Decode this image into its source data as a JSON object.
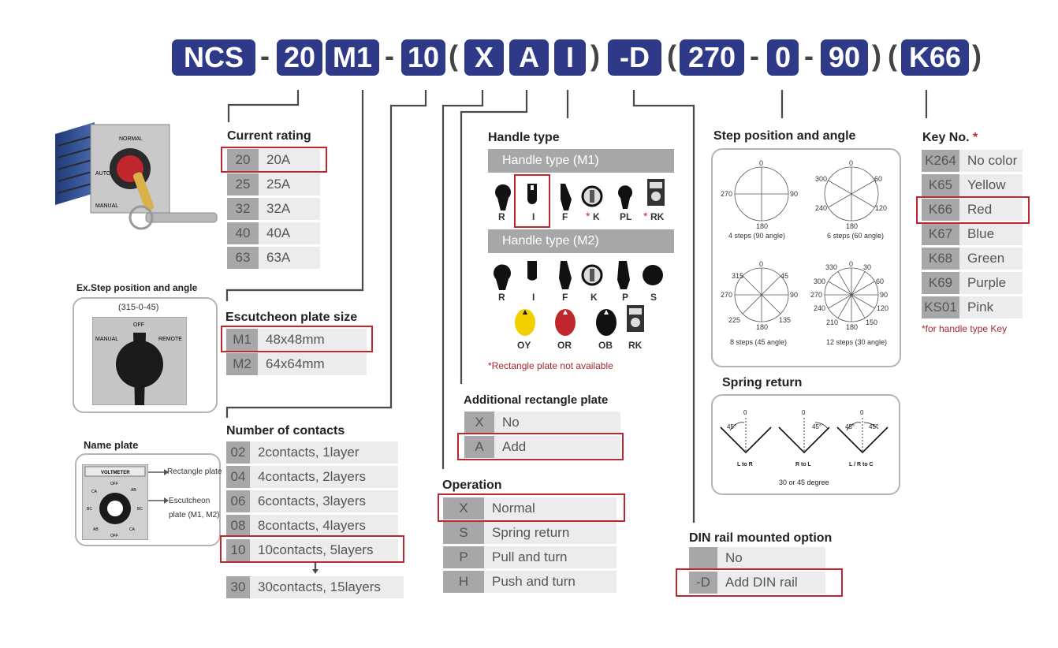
{
  "code": {
    "chips": [
      "NCS",
      "20",
      "M1",
      "10",
      "X",
      "A",
      "I",
      "-D",
      "270",
      "0",
      "90",
      "K66"
    ],
    "seps": [
      "-",
      "-",
      "(",
      ")",
      "(",
      "-",
      "-",
      ")",
      "(",
      ")"
    ]
  },
  "current_rating": {
    "title": "Current rating",
    "rows": [
      [
        "20",
        "20A"
      ],
      [
        "25",
        "25A"
      ],
      [
        "32",
        "32A"
      ],
      [
        "40",
        "40A"
      ],
      [
        "63",
        "63A"
      ]
    ]
  },
  "escutcheon": {
    "title": "Escutcheon plate size",
    "rows": [
      [
        "M1",
        "48x48mm"
      ],
      [
        "M2",
        "64x64mm"
      ]
    ]
  },
  "contacts": {
    "title": "Number of contacts",
    "rows": [
      [
        "02",
        "2contacts, 1layer"
      ],
      [
        "04",
        "4contacts, 2layers"
      ],
      [
        "06",
        "6contacts, 3layers"
      ],
      [
        "08",
        "8contacts, 4layers"
      ],
      [
        "10",
        "10contacts, 5layers"
      ]
    ],
    "extra": [
      "30",
      "30contacts, 15layers"
    ]
  },
  "handle": {
    "title": "Handle type",
    "m1_title": "Handle type (M1)",
    "m2_title": "Handle type (M2)",
    "m1": [
      {
        "label": "R",
        "star": false
      },
      {
        "label": "I",
        "star": false
      },
      {
        "label": "F",
        "star": false
      },
      {
        "label": "K",
        "star": true
      },
      {
        "label": "PL",
        "star": false
      },
      {
        "label": "RK",
        "star": true
      }
    ],
    "m2": [
      "R",
      "I",
      "F",
      "K",
      "P",
      "S"
    ],
    "m2b": [
      "OY",
      "OR",
      "OB",
      "RK"
    ],
    "note": "*Rectangle plate not available"
  },
  "rect_plate": {
    "title": "Additional rectangle plate",
    "rows": [
      [
        "X",
        "No"
      ],
      [
        "A",
        "Add"
      ]
    ]
  },
  "operation": {
    "title": "Operation",
    "rows": [
      [
        "X",
        "Normal"
      ],
      [
        "S",
        "Spring return"
      ],
      [
        "P",
        "Pull and turn"
      ],
      [
        "H",
        "Push and turn"
      ]
    ]
  },
  "step": {
    "title": "Step position and angle",
    "d1": {
      "labels": [
        "0",
        "90",
        "180",
        "270"
      ],
      "caption": "4 steps (90 angle)"
    },
    "d2": {
      "labels": [
        "0",
        "60",
        "120",
        "180",
        "240",
        "300"
      ],
      "caption": "6 steps (60 angle)"
    },
    "d3": {
      "labels": [
        "0",
        "45",
        "90",
        "135",
        "180",
        "225",
        "270",
        "315"
      ],
      "caption": "8 steps (45 angle)"
    },
    "d4": {
      "labels": [
        "0",
        "30",
        "60",
        "90",
        "120",
        "150",
        "180",
        "210",
        "240",
        "270",
        "300",
        "330"
      ],
      "caption": "12 steps (30 angle)"
    }
  },
  "spring": {
    "title": "Spring return",
    "items": [
      {
        "label": "L to R",
        "deg": "45°"
      },
      {
        "label": "R to L",
        "deg": "45°"
      },
      {
        "label": "L / R to C",
        "deg": "45°"
      }
    ],
    "caption": "30 or 45 degree"
  },
  "din": {
    "title": "DIN rail mounted option",
    "rows": [
      [
        "",
        "No"
      ],
      [
        "-D",
        "Add DIN rail"
      ]
    ]
  },
  "key": {
    "title": "Key No.",
    "star": "*",
    "rows": [
      [
        "K264",
        "No color"
      ],
      [
        "K65",
        "Yellow"
      ],
      [
        "K66",
        "Red"
      ],
      [
        "K67",
        "Blue"
      ],
      [
        "K68",
        "Green"
      ],
      [
        "K69",
        "Purple"
      ],
      [
        "KS01",
        "Pink"
      ]
    ],
    "note": "*for handle type Key"
  },
  "ex_step": {
    "title": "Ex.Step position and angle",
    "caption": "(315-0-45)",
    "labels": {
      "off": "OFF",
      "manual": "MANUAL",
      "remote": "REMOTE"
    }
  },
  "name_plate": {
    "title": "Name plate",
    "plate_text": "VOLTMETER",
    "arrow1": "Rectangle plate",
    "arrow2a": "Escutcheon",
    "arrow2b": "plate (M1, M2)",
    "dial": [
      "OFF",
      "AB",
      "BC",
      "CA",
      "AB",
      "CA",
      "BC",
      "OFF"
    ]
  },
  "product": {
    "labels": [
      "NORMAL",
      "AUTO",
      "MANUAL"
    ]
  },
  "colors": {
    "navy": "#2e3a87",
    "red": "#c0262d",
    "grey": "#a7a7a7",
    "light": "#ececec"
  }
}
